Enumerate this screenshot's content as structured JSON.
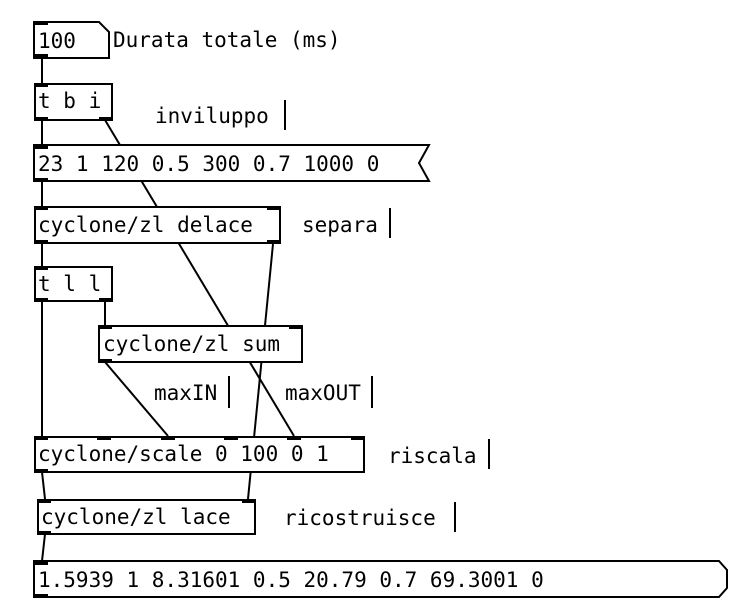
{
  "patch": {
    "atom_value": "100",
    "atom_label": "Durata totale (ms)",
    "trigger_bi": "t b i",
    "comment_inviluppo": "inviluppo",
    "message_envelope": "23 1 120 0.5 300 0.7 1000 0",
    "zl_delace": "cyclone/zl delace",
    "comment_separa": "separa",
    "trigger_ll": "t l l",
    "zl_sum": "cyclone/zl sum",
    "comment_maxin": "maxIN",
    "comment_maxout": "maxOUT",
    "scale": "cyclone/scale 0 100 0 1",
    "comment_riscala": "riscala",
    "zl_lace": "cyclone/zl lace",
    "comment_ricostruisce": "ricostruisce",
    "message_result": "1.5939 1 8.31601 0.5 20.79 0.7 69.3001 0"
  },
  "colors": {
    "line": "#000000",
    "background": "#ffffff"
  }
}
